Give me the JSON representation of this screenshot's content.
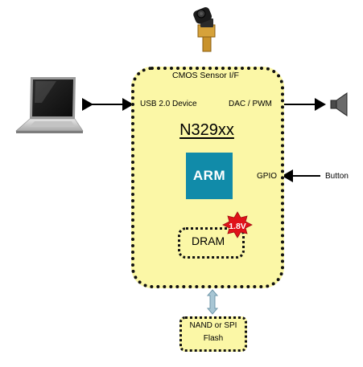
{
  "chip": {
    "title": "N329xx",
    "cmos_interface": "CMOS Sensor I/F",
    "usb_interface": "USB 2.0 Device",
    "audio_interface": "DAC / PWM",
    "gpio_interface": "GPIO",
    "cpu_logo": "ARM"
  },
  "dram": {
    "label": "DRAM",
    "voltage_badge": "1.8V"
  },
  "flash": {
    "line1": "NAND or SPI",
    "line2": "Flash"
  },
  "peripherals": {
    "button": "Button"
  },
  "icons": [
    "camera-module-icon",
    "laptop-icon",
    "speaker-icon"
  ],
  "colors": {
    "chip_fill": "#fbf7a6",
    "arm_logo": "#118ba9",
    "voltage_badge": "#e0121a",
    "storage_arrow": "#a8c6d4"
  }
}
